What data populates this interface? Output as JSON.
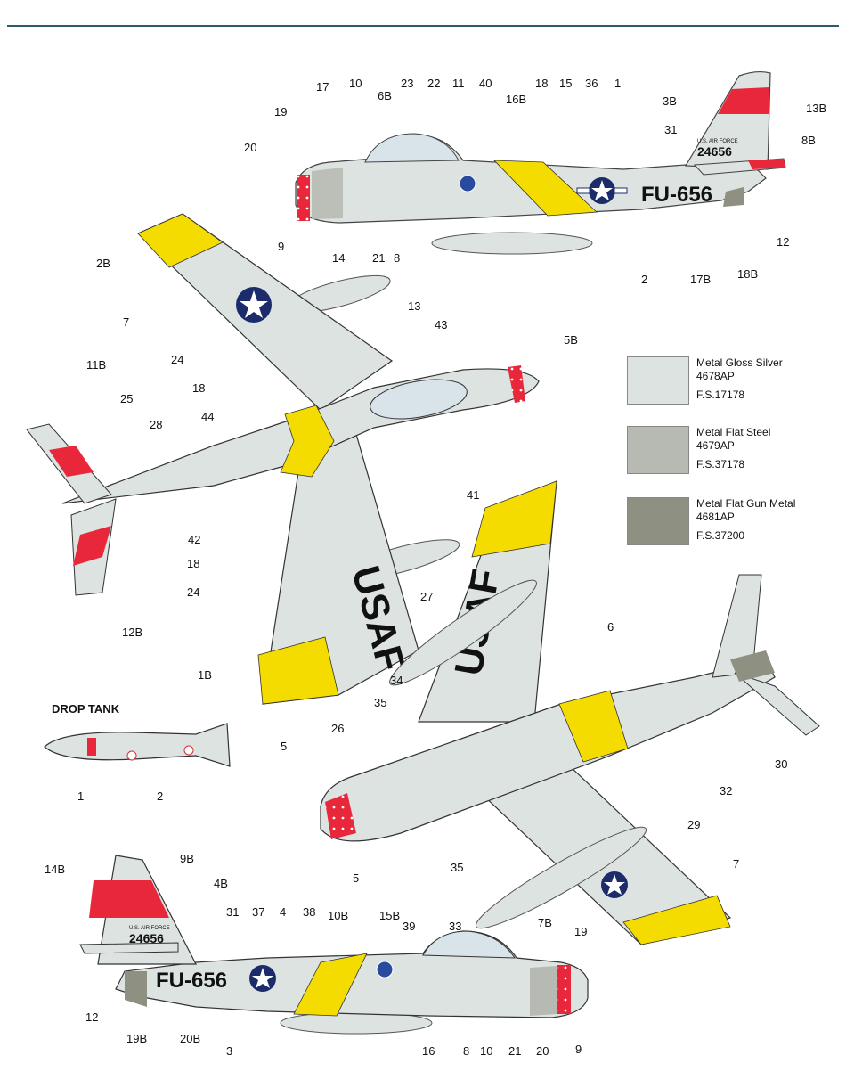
{
  "colors": {
    "silver": "#dde3e1",
    "steel": "#b7bab3",
    "gunmetal": "#8e9181",
    "yellow": "#f5dc00",
    "red": "#e8283a",
    "blue": "#1c2c6b",
    "header_line": "#2e5a6e"
  },
  "legend": [
    {
      "name": "Metal Gloss Silver",
      "code": "4678AP",
      "fs": "F.S.17178",
      "color": "#dde3e1"
    },
    {
      "name": "Metal Flat Steel",
      "code": "4679AP",
      "fs": "F.S.37178",
      "color": "#b7bab3"
    },
    {
      "name": "Metal Flat Gun Metal",
      "code": "4681AP",
      "fs": "F.S.37200",
      "color": "#8e9181"
    }
  ],
  "markings": {
    "buzz_number": "FU-656",
    "serial": "24656",
    "air_force": "U.S. AIR FORCE",
    "usaf": "USAF"
  },
  "drop_tank_title": "DROP TANK",
  "callouts": {
    "top_profile": [
      "17",
      "10",
      "23",
      "22",
      "11",
      "40",
      "18",
      "15",
      "36",
      "1",
      "3B",
      "13B",
      "6B",
      "16B",
      "19",
      "31",
      "8B",
      "20",
      "9",
      "14",
      "21",
      "8",
      "2B",
      "2",
      "17B",
      "18B",
      "12"
    ],
    "top_view": [
      "7",
      "13",
      "43",
      "5B",
      "24",
      "18",
      "44",
      "11B",
      "25",
      "28",
      "41",
      "42",
      "18",
      "24",
      "27",
      "12B",
      "1B"
    ],
    "bottom_view": [
      "6",
      "34",
      "35",
      "26",
      "5",
      "30",
      "32",
      "29",
      "35",
      "5",
      "7"
    ],
    "drop_tank": [
      "1",
      "2"
    ],
    "bottom_profile": [
      "14B",
      "9B",
      "4B",
      "31",
      "37",
      "4",
      "38",
      "10B",
      "15B",
      "39",
      "33",
      "7B",
      "19",
      "12",
      "19B",
      "20B",
      "3",
      "16",
      "8",
      "10",
      "21",
      "20",
      "9"
    ]
  }
}
